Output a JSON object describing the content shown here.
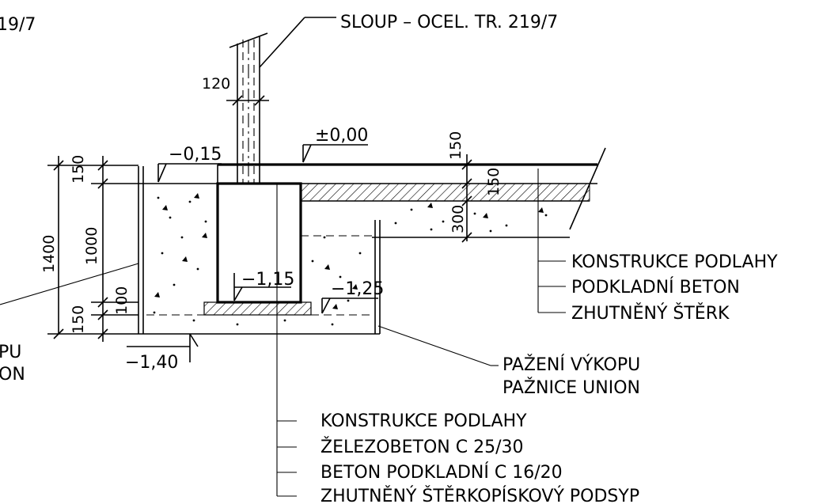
{
  "labels": {
    "column": "SLOUP – OCEL. TR. 219/7",
    "partial_top_left": "19/7",
    "partial_left_1": "PU",
    "partial_left_2": "ON",
    "floor_right_1": "KONSTRUKCE PODLAHY",
    "floor_right_2": "PODKLADNÍ BETON",
    "floor_right_3": "ZHUTNĚNÝ ŠTĚRK",
    "shoring_1": "PAŽENÍ VÝKOPU",
    "shoring_2": "PAŽNICE UNION",
    "bottom_1": "KONSTRUKCE PODLAHY",
    "bottom_2": "ŽELEZOBETON C 25/30",
    "bottom_3": "BETON PODKLADNÍ C 16/20",
    "bottom_4": "ZHUTNĚNÝ ŠTĚRKOPÍSKOVÝ PODSYP"
  },
  "levels": {
    "zero": "±0,00",
    "m015": "−0,15",
    "m115": "−1,15",
    "m125": "−1,25",
    "m140": "−1,40"
  },
  "dimensions": {
    "d120": "120",
    "d150_top": "150",
    "d1000": "1000",
    "d1400": "1400",
    "d100": "100",
    "d150_bot": "150",
    "d150_slab": "150",
    "d150_right": "150",
    "d300": "300"
  }
}
